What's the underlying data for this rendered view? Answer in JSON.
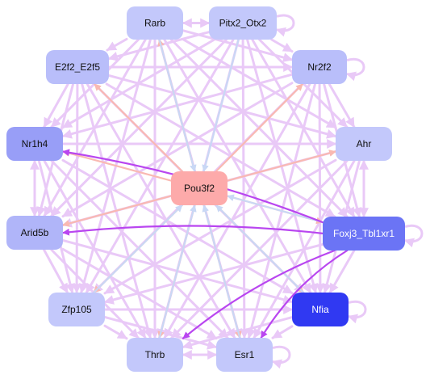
{
  "colors": {
    "edge_default": "#e9c9f7",
    "edge_salmon": "#f9b9b2",
    "edge_blue": "#c9d8f5",
    "edge_strong": "#b946f0",
    "text_dark": "#111111",
    "text_light": "#ffffff"
  },
  "nodes": [
    {
      "id": "Rarb",
      "label": "Rarb",
      "fill": "#c3c8fb",
      "text": "dark"
    },
    {
      "id": "Pitx2_Otx2",
      "label": "Pitx2_Otx2",
      "fill": "#c3c8fb",
      "text": "dark"
    },
    {
      "id": "E2f2_E2f5",
      "label": "E2f2_E2f5",
      "fill": "#b9befa",
      "text": "dark"
    },
    {
      "id": "Nr2f2",
      "label": "Nr2f2",
      "fill": "#b9befa",
      "text": "dark"
    },
    {
      "id": "Nr1h4",
      "label": "Nr1h4",
      "fill": "#989ef7",
      "text": "dark"
    },
    {
      "id": "Ahr",
      "label": "Ahr",
      "fill": "#c3c8fb",
      "text": "dark"
    },
    {
      "id": "Pou3f2",
      "label": "Pou3f2",
      "fill": "#fdaaaa",
      "text": "dark"
    },
    {
      "id": "Arid5b",
      "label": "Arid5b",
      "fill": "#b0b5f9",
      "text": "dark"
    },
    {
      "id": "Foxj3_Tbl1xr1",
      "label": "Foxj3_Tbl1xr1",
      "fill": "#6b74f5",
      "text": "light"
    },
    {
      "id": "Zfp105",
      "label": "Zfp105",
      "fill": "#c3c8fb",
      "text": "dark"
    },
    {
      "id": "Nfia",
      "label": "Nfia",
      "fill": "#3039f2",
      "text": "light"
    },
    {
      "id": "Thrb",
      "label": "Thrb",
      "fill": "#c3c8fb",
      "text": "dark"
    },
    {
      "id": "Esr1",
      "label": "Esr1",
      "fill": "#c3c8fb",
      "text": "dark"
    }
  ],
  "edges": [
    [
      "Rarb",
      "Pitx2_Otx2",
      "default"
    ],
    [
      "Pitx2_Otx2",
      "Rarb",
      "default"
    ],
    [
      "Rarb",
      "E2f2_E2f5",
      "default"
    ],
    [
      "Rarb",
      "Nr2f2",
      "default"
    ],
    [
      "Rarb",
      "Nr1h4",
      "default"
    ],
    [
      "Rarb",
      "Ahr",
      "default"
    ],
    [
      "Rarb",
      "Arid5b",
      "default"
    ],
    [
      "Rarb",
      "Foxj3_Tbl1xr1",
      "default"
    ],
    [
      "Rarb",
      "Zfp105",
      "default"
    ],
    [
      "Rarb",
      "Nfia",
      "default"
    ],
    [
      "Rarb",
      "Thrb",
      "default"
    ],
    [
      "Rarb",
      "Esr1",
      "default"
    ],
    [
      "Pitx2_Otx2",
      "E2f2_E2f5",
      "default"
    ],
    [
      "Pitx2_Otx2",
      "Nr2f2",
      "default"
    ],
    [
      "Pitx2_Otx2",
      "Nr1h4",
      "default"
    ],
    [
      "Pitx2_Otx2",
      "Ahr",
      "default"
    ],
    [
      "Pitx2_Otx2",
      "Arid5b",
      "default"
    ],
    [
      "Pitx2_Otx2",
      "Foxj3_Tbl1xr1",
      "default"
    ],
    [
      "Pitx2_Otx2",
      "Zfp105",
      "default"
    ],
    [
      "Pitx2_Otx2",
      "Nfia",
      "default"
    ],
    [
      "Pitx2_Otx2",
      "Thrb",
      "default"
    ],
    [
      "Pitx2_Otx2",
      "Esr1",
      "default"
    ],
    [
      "Pitx2_Otx2",
      "Pou3f2",
      "blue"
    ],
    [
      "E2f2_E2f5",
      "Nr2f2",
      "default"
    ],
    [
      "E2f2_E2f5",
      "Nr1h4",
      "default"
    ],
    [
      "E2f2_E2f5",
      "Ahr",
      "default"
    ],
    [
      "E2f2_E2f5",
      "Arid5b",
      "default"
    ],
    [
      "E2f2_E2f5",
      "Foxj3_Tbl1xr1",
      "default"
    ],
    [
      "E2f2_E2f5",
      "Zfp105",
      "default"
    ],
    [
      "E2f2_E2f5",
      "Nfia",
      "default"
    ],
    [
      "E2f2_E2f5",
      "Thrb",
      "default"
    ],
    [
      "E2f2_E2f5",
      "Esr1",
      "default"
    ],
    [
      "Nr2f2",
      "Nr1h4",
      "default"
    ],
    [
      "Nr2f2",
      "Ahr",
      "default"
    ],
    [
      "Nr2f2",
      "Arid5b",
      "default"
    ],
    [
      "Nr2f2",
      "Foxj3_Tbl1xr1",
      "default"
    ],
    [
      "Nr2f2",
      "Zfp105",
      "default"
    ],
    [
      "Nr2f2",
      "Nfia",
      "default"
    ],
    [
      "Nr2f2",
      "Thrb",
      "default"
    ],
    [
      "Nr2f2",
      "Esr1",
      "default"
    ],
    [
      "Nr1h4",
      "Arid5b",
      "default"
    ],
    [
      "Arid5b",
      "Nr1h4",
      "default"
    ],
    [
      "Nr1h4",
      "Ahr",
      "default"
    ],
    [
      "Nr1h4",
      "Zfp105",
      "default"
    ],
    [
      "Nr1h4",
      "Nfia",
      "default"
    ],
    [
      "Nr1h4",
      "Thrb",
      "default"
    ],
    [
      "Nr1h4",
      "Esr1",
      "default"
    ],
    [
      "Ahr",
      "Foxj3_Tbl1xr1",
      "default"
    ],
    [
      "Foxj3_Tbl1xr1",
      "Ahr",
      "default"
    ],
    [
      "Ahr",
      "Arid5b",
      "default"
    ],
    [
      "Ahr",
      "Zfp105",
      "default"
    ],
    [
      "Ahr",
      "Nfia",
      "default"
    ],
    [
      "Ahr",
      "Thrb",
      "default"
    ],
    [
      "Ahr",
      "Esr1",
      "default"
    ],
    [
      "Arid5b",
      "Zfp105",
      "default"
    ],
    [
      "Arid5b",
      "Nfia",
      "default"
    ],
    [
      "Arid5b",
      "Thrb",
      "default"
    ],
    [
      "Arid5b",
      "Esr1",
      "default"
    ],
    [
      "Zfp105",
      "Nfia",
      "default"
    ],
    [
      "Zfp105",
      "Thrb",
      "default"
    ],
    [
      "Zfp105",
      "Esr1",
      "default"
    ],
    [
      "Nfia",
      "Thrb",
      "default"
    ],
    [
      "Nfia",
      "Esr1",
      "default"
    ],
    [
      "Thrb",
      "Esr1",
      "default"
    ],
    [
      "Esr1",
      "Thrb",
      "default"
    ],
    [
      "Pou3f2",
      "Rarb",
      "salmon"
    ],
    [
      "Pou3f2",
      "E2f2_E2f5",
      "salmon"
    ],
    [
      "Pou3f2",
      "Nr2f2",
      "salmon"
    ],
    [
      "Pou3f2",
      "Ahr",
      "salmon"
    ],
    [
      "Pou3f2",
      "Nr1h4",
      "salmon"
    ],
    [
      "Pou3f2",
      "Arid5b",
      "salmon"
    ],
    [
      "Pou3f2",
      "Zfp105",
      "salmon"
    ],
    [
      "Pou3f2",
      "Thrb",
      "salmon"
    ],
    [
      "Pou3f2",
      "Esr1",
      "salmon"
    ],
    [
      "Pou3f2",
      "Nfia",
      "salmon"
    ],
    [
      "Pou3f2",
      "Foxj3_Tbl1xr1",
      "salmon"
    ],
    [
      "Esr1",
      "Pou3f2",
      "blue"
    ],
    [
      "Thrb",
      "Pou3f2",
      "blue"
    ],
    [
      "Foxj3_Tbl1xr1",
      "Pou3f2",
      "blue"
    ],
    [
      "Nfia",
      "Pou3f2",
      "blue"
    ],
    [
      "Zfp105",
      "Pou3f2",
      "blue"
    ],
    [
      "Rarb",
      "Pou3f2",
      "blue"
    ],
    [
      "Foxj3_Tbl1xr1",
      "Nr1h4",
      "strong"
    ],
    [
      "Foxj3_Tbl1xr1",
      "Arid5b",
      "strong"
    ],
    [
      "Foxj3_Tbl1xr1",
      "Esr1",
      "strong"
    ],
    [
      "Foxj3_Tbl1xr1",
      "Thrb",
      "strong"
    ],
    [
      "Foxj3_Tbl1xr1",
      "Zfp105",
      "default"
    ],
    [
      "Foxj3_Tbl1xr1",
      "Nfia",
      "default"
    ]
  ],
  "self_loops": [
    "Pitx2_Otx2",
    "Nr2f2",
    "Foxj3_Tbl1xr1",
    "Nfia",
    "Esr1"
  ]
}
